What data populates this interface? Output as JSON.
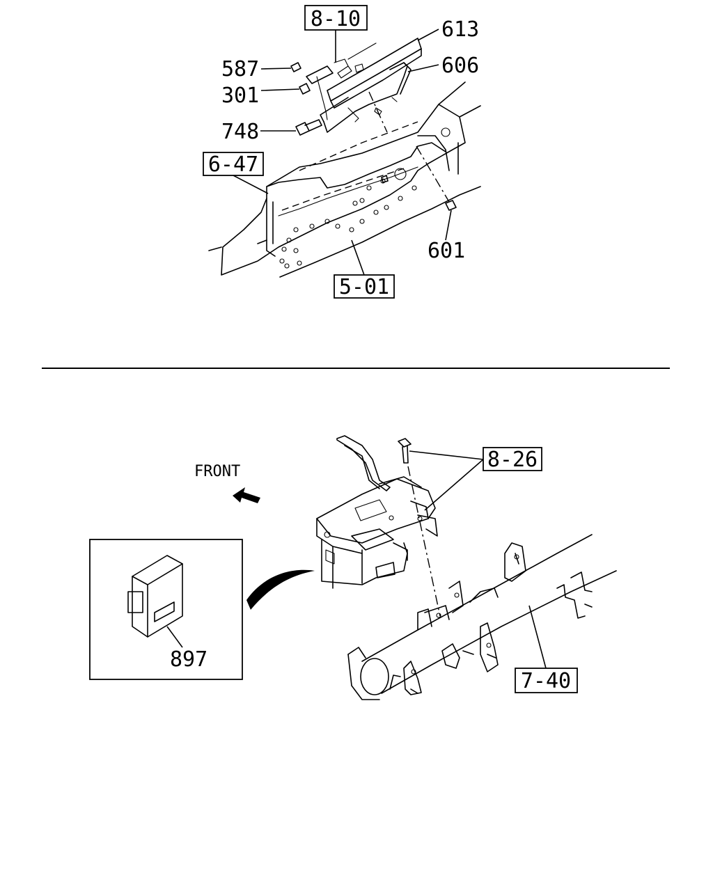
{
  "upper_assembly": {
    "callouts": {
      "ref_8_10": "8-10",
      "part_613": "613",
      "part_606": "606",
      "part_587": "587",
      "part_301": "301",
      "part_748": "748",
      "ref_6_47": "6-47",
      "part_601": "601",
      "ref_5_01": "5-01"
    }
  },
  "lower_assembly": {
    "direction_label": "FRONT",
    "callouts": {
      "ref_8_26": "8-26",
      "part_897": "897",
      "ref_7_40": "7-40"
    }
  }
}
